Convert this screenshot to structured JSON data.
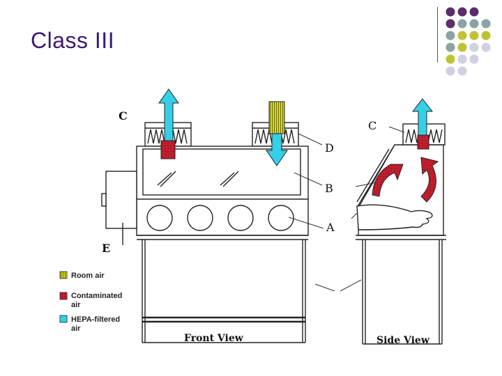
{
  "slide": {
    "title": "Class III"
  },
  "colors": {
    "title": "#3a1a72",
    "dot_purple": "#5b2d6b",
    "dot_teal": "#8aa3a3",
    "dot_olive": "#bfc234",
    "dot_lilac": "#cfd0e0",
    "room_air": "#d8d81e",
    "contaminated_air": "#c01f2d",
    "hepa_air": "#34d0e8"
  },
  "dot_rows": [
    [
      "purple",
      "purple",
      "purple"
    ],
    [
      "purple",
      "teal",
      "teal",
      "teal"
    ],
    [
      "teal",
      "olive",
      "olive",
      "olive"
    ],
    [
      "teal",
      "olive",
      "lilac",
      "lilac"
    ],
    [
      "olive",
      "lilac",
      "lilac"
    ],
    [
      "lilac",
      "lilac"
    ]
  ],
  "diagram": {
    "labels": {
      "C_front": "C",
      "C_side": "C",
      "D": "D",
      "B": "B",
      "A": "A",
      "E": "E"
    },
    "views": {
      "front": "Front View",
      "side": "Side View"
    },
    "legend": [
      {
        "key": "room_air",
        "lines": [
          "Room air"
        ]
      },
      {
        "key": "contaminated_air",
        "lines": [
          "Contaminated",
          "air"
        ]
      },
      {
        "key": "hepa_air",
        "lines": [
          "HEPA-filtered",
          "air"
        ]
      }
    ]
  }
}
